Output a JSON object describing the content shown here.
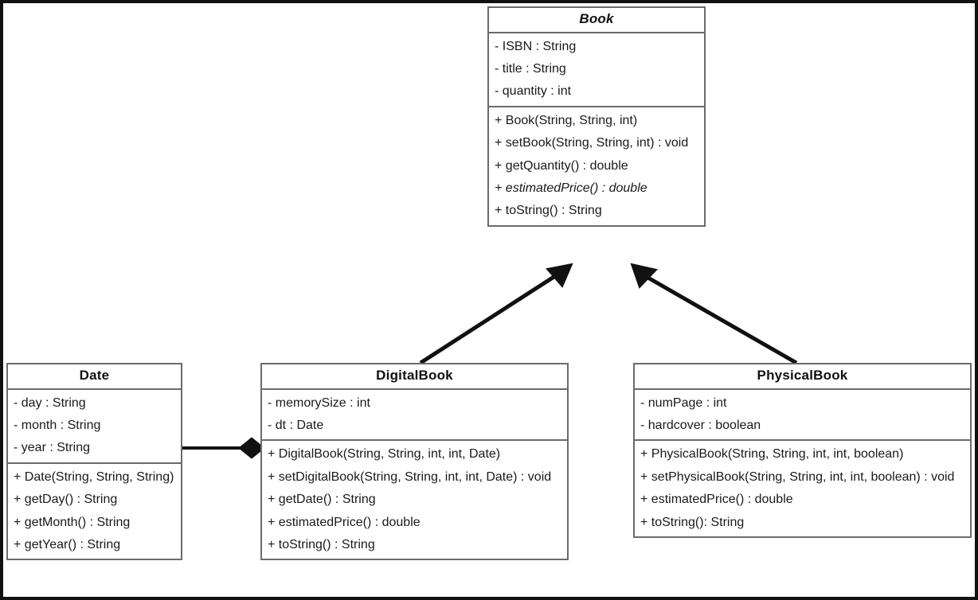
{
  "diagram": {
    "title": "UML Class Diagram",
    "type": "uml-class-diagram",
    "border_color": "#111111",
    "box_border_color": "#6b6b6b",
    "line_color": "#111111",
    "background": "#ffffff"
  },
  "classes": {
    "book": {
      "name": "Book",
      "abstract": true,
      "attributes": [
        "- ISBN : String",
        "- title : String",
        "- quantity : int"
      ],
      "methods": [
        {
          "text": "+ Book(String, String, int)",
          "abstract": false
        },
        {
          "text": "+ setBook(String, String, int) : void",
          "abstract": false
        },
        {
          "text": "+ getQuantity() : double",
          "abstract": false
        },
        {
          "text": "+ estimatedPrice() : double",
          "abstract": true
        },
        {
          "text": "+ toString() : String",
          "abstract": false
        }
      ]
    },
    "date": {
      "name": "Date",
      "abstract": false,
      "attributes": [
        "- day : String",
        "- month : String",
        "- year : String"
      ],
      "methods": [
        {
          "text": "+ Date(String, String, String)",
          "abstract": false
        },
        {
          "text": "+ getDay() : String",
          "abstract": false
        },
        {
          "text": "+ getMonth() : String",
          "abstract": false
        },
        {
          "text": "+ getYear() : String",
          "abstract": false
        }
      ]
    },
    "digitalbook": {
      "name": "DigitalBook",
      "abstract": false,
      "attributes": [
        "- memorySize : int",
        "- dt : Date"
      ],
      "methods": [
        {
          "text": "+ DigitalBook(String, String, int, int, Date)",
          "abstract": false
        },
        {
          "text": "+ setDigitalBook(String, String, int, int, Date) : void",
          "abstract": false
        },
        {
          "text": "+ getDate() : String",
          "abstract": false
        },
        {
          "text": "+ estimatedPrice() : double",
          "abstract": false
        },
        {
          "text": "+ toString() : String",
          "abstract": false
        }
      ]
    },
    "physicalbook": {
      "name": "PhysicalBook",
      "abstract": false,
      "attributes": [
        "- numPage : int",
        "- hardcover : boolean"
      ],
      "methods": [
        {
          "text": "+ PhysicalBook(String, String, int, int, boolean)",
          "abstract": false
        },
        {
          "text": "+ setPhysicalBook(String, String, int, int, boolean) : void",
          "abstract": false
        },
        {
          "text": "+ estimatedPrice() : double",
          "abstract": false
        },
        {
          "text": "+ toString(): String",
          "abstract": false
        }
      ]
    }
  },
  "relationships": [
    {
      "id": "inherit-digital-book",
      "kind": "generalization",
      "from": "DigitalBook",
      "to": "Book",
      "arrow": "filled-triangle"
    },
    {
      "id": "inherit-physical-book",
      "kind": "generalization",
      "from": "PhysicalBook",
      "to": "Book",
      "arrow": "filled-triangle"
    },
    {
      "id": "compose-date-digital",
      "kind": "composition",
      "from": "DigitalBook",
      "to": "Date",
      "arrow": "filled-diamond"
    }
  ]
}
